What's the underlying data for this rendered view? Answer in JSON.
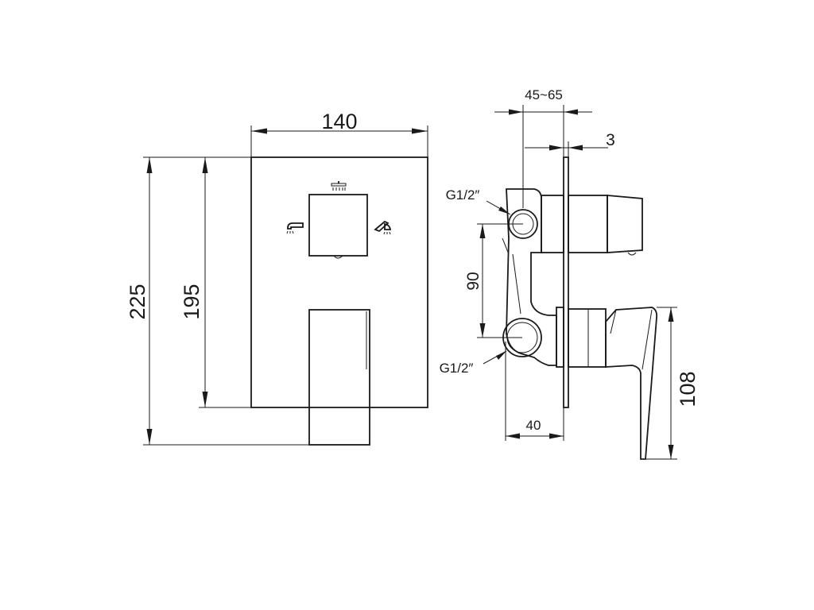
{
  "front_view": {
    "width_label": "140",
    "outer_height_label": "225",
    "plate_height_label": "195"
  },
  "side_view": {
    "depth_range_label": "45~65",
    "plate_thickness_label": "3",
    "inlet_top_label": "G1/2″",
    "inlet_bottom_label": "G1/2″",
    "inlet_spacing_label": "90",
    "body_depth_label": "40",
    "handle_height_label": "108"
  },
  "icons": [
    "showerhead-icon",
    "bath-spout-icon",
    "hand-shower-icon"
  ]
}
